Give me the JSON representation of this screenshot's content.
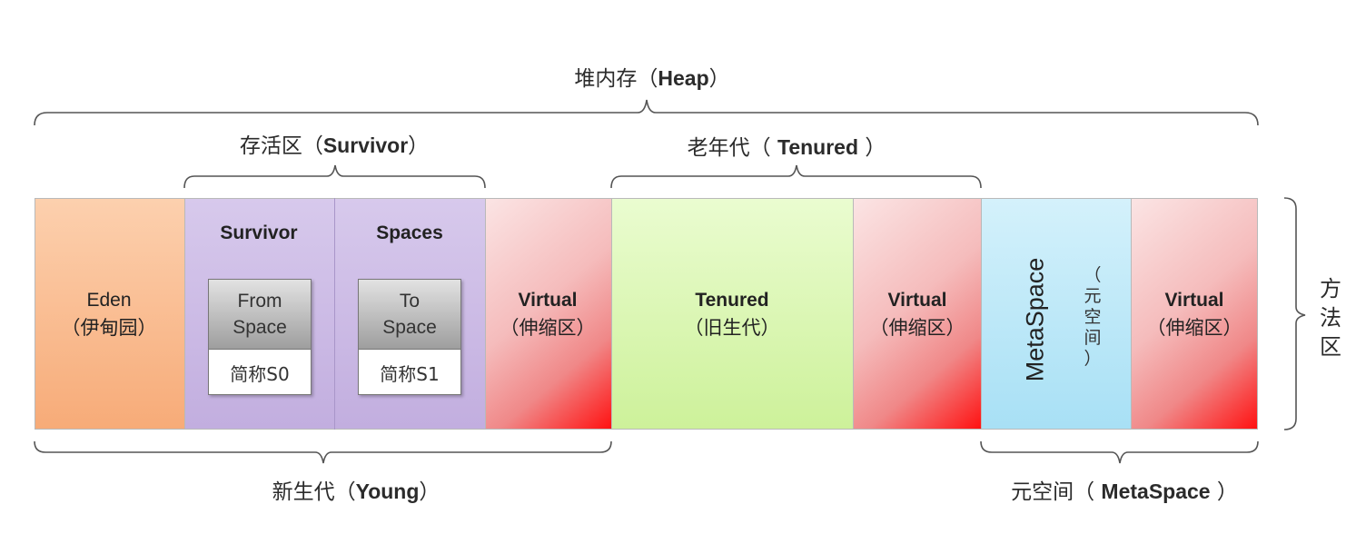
{
  "labels": {
    "heap": {
      "zh": "堆内存（",
      "en": "Heap",
      "close": "）"
    },
    "survivor": {
      "zh": "存活区（",
      "en": "Survivor",
      "close": "）"
    },
    "tenured": {
      "zh": "老年代（ ",
      "en": "Tenured",
      "close": " ）"
    },
    "young": {
      "zh": "新生代（",
      "en": "Young",
      "close": "）"
    },
    "metaspace": {
      "zh": "元空间（ ",
      "en": "MetaSpace",
      "close": " ）"
    }
  },
  "segments": {
    "eden": {
      "name": "Eden",
      "zh": "（伊甸园）"
    },
    "survivor_headers": [
      "Survivor",
      "Spaces"
    ],
    "from_box": {
      "line1": "From",
      "line2": "Space",
      "abbr": "简称S0"
    },
    "to_box": {
      "line1": "To",
      "line2": "Space",
      "abbr": "简称S1"
    },
    "virtual_young": {
      "name": "Virtual",
      "zh": "（伸缩区）"
    },
    "tenured": {
      "name": "Tenured",
      "zh": "（旧生代）"
    },
    "virtual_tenured": {
      "name": "Virtual",
      "zh": "（伸缩区）"
    },
    "metaspace": {
      "name": "MetaSpace",
      "zh_chars": [
        "（",
        "元",
        "空",
        "间",
        "）"
      ]
    },
    "virtual_meta": {
      "name": "Virtual",
      "zh": "（伸缩区）"
    }
  },
  "method_area": [
    "方",
    "法",
    "区"
  ],
  "colors": {
    "eden": "#f7ab78",
    "survivor": "#c2aedf",
    "virtual": "#ff1111",
    "tenured": "#cdf19a",
    "metaspace": "#a8e0f5",
    "bracket": "#555555"
  }
}
